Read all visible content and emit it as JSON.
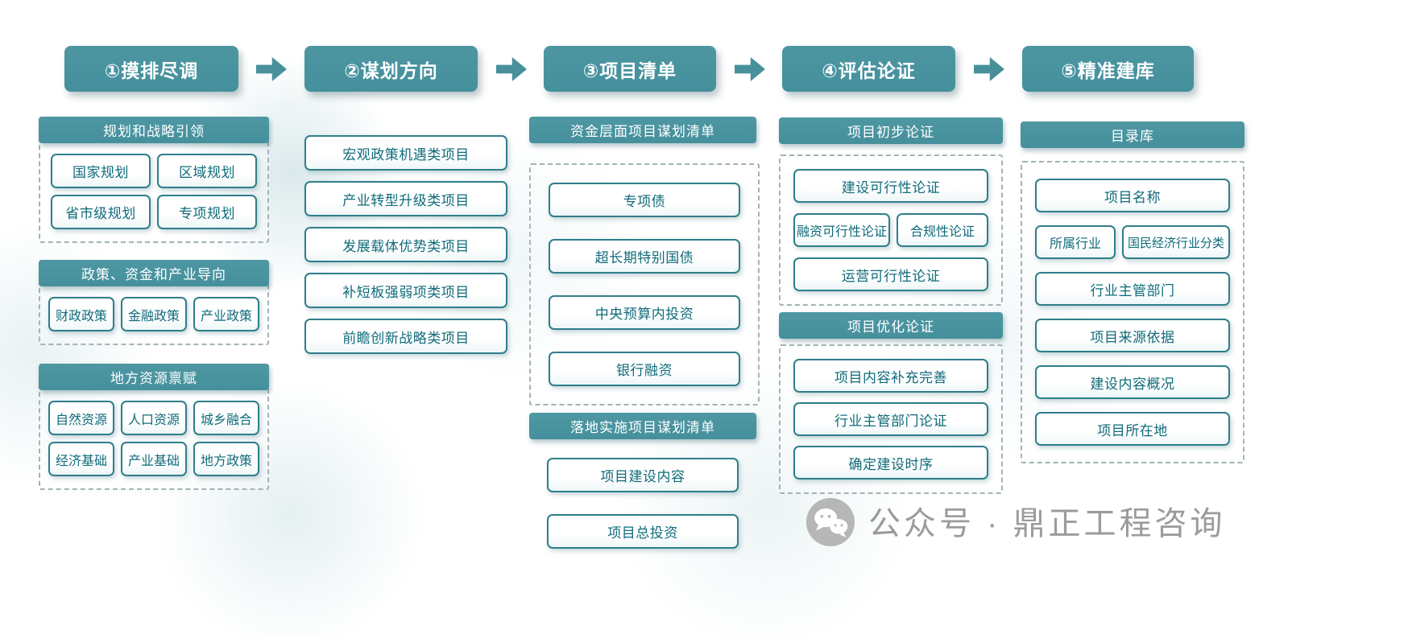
{
  "colors": {
    "teal": "#48919b",
    "box_border": "#2f7e8b",
    "box_text": "#0f6b7a",
    "watermark_gray": "#9b9b9b"
  },
  "stages": [
    {
      "label": "①摸排尽调"
    },
    {
      "label": "②谋划方向"
    },
    {
      "label": "③项目清单"
    },
    {
      "label": "④评估论证"
    },
    {
      "label": "⑤精准建库"
    }
  ],
  "survey": {
    "groups": [
      {
        "title": "规划和战略引领",
        "items": [
          "国家规划",
          "区域规划",
          "省市级规划",
          "专项规划"
        ]
      },
      {
        "title": "政策、资金和产业导向",
        "items": [
          "财政政策",
          "金融政策",
          "产业政策"
        ]
      },
      {
        "title": "地方资源禀赋",
        "items": [
          "自然资源",
          "人口资源",
          "城乡融合",
          "经济基础",
          "产业基础",
          "地方政策"
        ]
      }
    ]
  },
  "direction": {
    "items": [
      "宏观政策机遇类项目",
      "产业转型升级类项目",
      "发展载体优势类项目",
      "补短板强弱项类项目",
      "前瞻创新战略类项目"
    ]
  },
  "project_list": {
    "funding": {
      "title": "资金层面项目谋划清单",
      "items": [
        "专项债",
        "超长期特别国债",
        "中央预算内投资",
        "银行融资"
      ]
    },
    "implementation": {
      "title": "落地实施项目谋划清单",
      "items": [
        "项目建设内容",
        "项目总投资"
      ]
    }
  },
  "evaluation": {
    "preliminary": {
      "title": "项目初步论证",
      "items": [
        "建设可行性论证",
        "融资可行性论证",
        "合规性论证",
        "运营可行性论证"
      ]
    },
    "optimization": {
      "title": "项目优化论证",
      "items": [
        "项目内容补充完善",
        "行业主管部门论证",
        "确定建设时序"
      ]
    }
  },
  "database": {
    "title": "目录库",
    "items": [
      "项目名称",
      "所属行业",
      "国民经济行业分类",
      "行业主管部门",
      "项目来源依据",
      "建设内容概况",
      "项目所在地"
    ]
  },
  "watermark": {
    "icon": "wechat-icon",
    "text": "公众号 · 鼎正工程咨询"
  }
}
